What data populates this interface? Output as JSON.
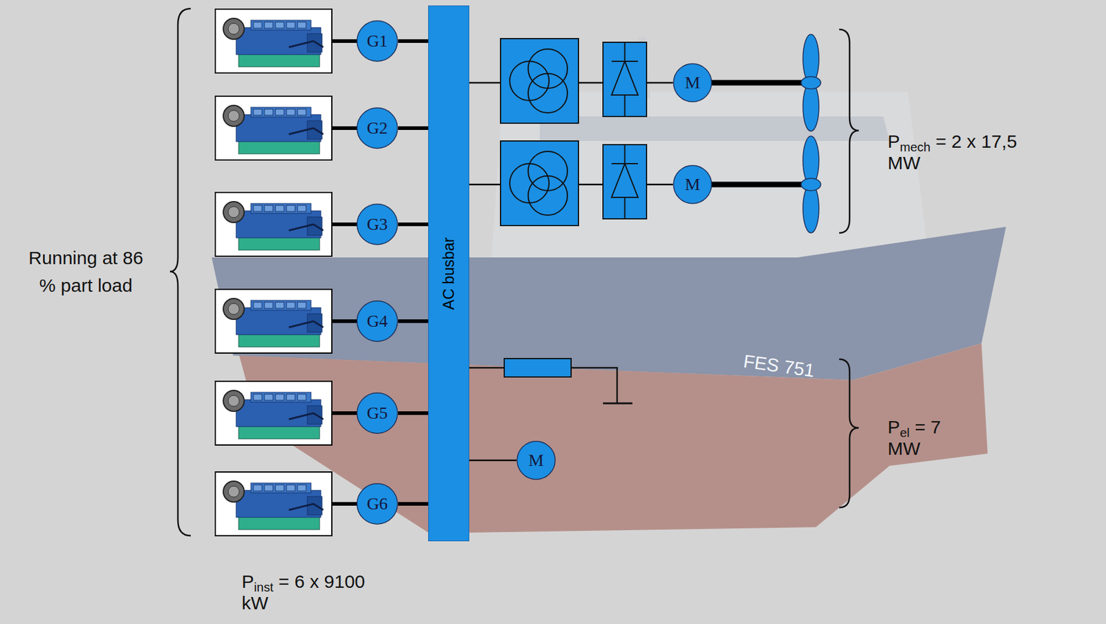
{
  "diagram": {
    "nodes": [
      {
        "text": [
          "G1"
        ]
      },
      {
        "text": [
          "G2"
        ]
      },
      {
        "text": [
          "G3"
        ]
      },
      {
        "text": [
          "G4"
        ]
      },
      {
        "text": [
          "G5"
        ]
      },
      {
        "text": [
          "G6"
        ]
      },
      {
        "text": [
          "AC busbar"
        ]
      },
      {
        "text": [
          "M"
        ]
      },
      {
        "text": [
          "M"
        ]
      },
      {
        "text": [
          "M"
        ]
      }
    ],
    "edges": [
      {
        "from": 0,
        "to": 6,
        "arrow": "none"
      },
      {
        "from": 1,
        "to": 6,
        "arrow": "none"
      },
      {
        "from": 2,
        "to": 6,
        "arrow": "none"
      },
      {
        "from": 3,
        "to": 6,
        "arrow": "none"
      },
      {
        "from": 4,
        "to": 6,
        "arrow": "none"
      },
      {
        "from": 5,
        "to": 6,
        "arrow": "none"
      },
      {
        "from": 6,
        "to": 7,
        "arrow": "none"
      },
      {
        "from": 6,
        "to": 8,
        "arrow": "none"
      },
      {
        "from": 6,
        "to": 9,
        "arrow": "none"
      }
    ],
    "labels": [
      "Running at 86 % part load",
      "Pmech = 2 x 17,5 MW",
      "Pel = 7 MW",
      "Pinst = 6 x 9100 kW",
      "FES 751"
    ]
  }
}
